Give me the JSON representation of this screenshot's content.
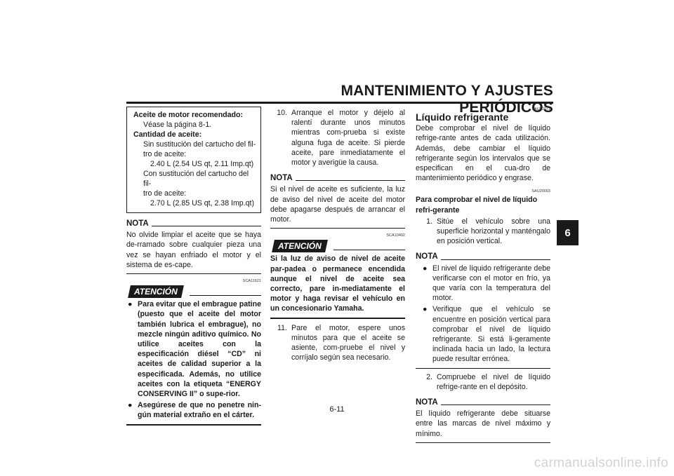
{
  "header": {
    "title": "MANTENIMIENTO Y AJUSTES PERIÓDICOS"
  },
  "side_tab": "6",
  "page_number": "6-11",
  "col1": {
    "box": {
      "l1": "Aceite de motor recomendado:",
      "l2": "Véase la página 8-1.",
      "l3": "Cantidad de aceite:",
      "l4": "Sin sustitución del cartucho del fil-",
      "l5": "tro de aceite:",
      "l6": "2.40 L (2.54 US qt, 2.11 Imp.qt)",
      "l7": "Con sustitución del cartucho del fil-",
      "l8": "tro de aceite:",
      "l9": "2.70 L (2.85 US qt, 2.38 Imp.qt)"
    },
    "nota_label": "NOTA",
    "nota_text": "No olvide limpiar el aceite que se haya de-rramado sobre cualquier pieza una vez se hayan enfriado el motor y el sistema de es-cape.",
    "att_code": "SCA11621",
    "att_label": "ATENCIÓN",
    "bullet1": "Para evitar que el embrague patine (puesto que el aceite del motor también lubrica el embrague), no mezcle ningún aditivo químico. No utilice aceites con la especificación diésel “CD” ni aceites de calidad superior a la especificada. Además, no utilice aceites con la etiqueta “ENERGY CONSERVING II” o supe-rior.",
    "bullet2": "Asegúrese de que no penetre nin-gún material extraño en el cárter."
  },
  "col2": {
    "step10_n": "10.",
    "step10": "Arranque el motor y déjelo al ralentí durante unos minutos mientras com-prueba si existe alguna fuga de aceite. Si pierde aceite, pare inmediatamente el motor y averigüe la causa.",
    "nota_label": "NOTA",
    "nota_text": "Si el nivel de aceite es suficiente, la luz de aviso del nivel de aceite del motor debe apagarse después de arrancar el motor.",
    "att_code": "SCA10402",
    "att_label": "ATENCIÓN",
    "att_text": "Si la luz de aviso de nivel de aceite par-padea o permanece encendida aunque el nivel de aceite sea correcto, pare in-mediatamente el motor y haga revisar el vehículo en un concesionario Yamaha.",
    "step11_n": "11.",
    "step11": "Pare el motor, espere unos minutos para que el aceite se asiente, com-pruebe el nivel y corríjalo según sea necesario."
  },
  "col3": {
    "code1": "SAU20071",
    "title": "Líquido refrigerante",
    "intro": "Debe comprobar el nivel de líquido refrige-rante antes de cada utilización. Además, debe cambiar el líquido refrigerante según los intervalos que se especifican en el cua-dro de mantenimiento periódico y engrase.",
    "code2": "SAU20093",
    "subtitle": "Para comprobar el nivel de líquido refri-gerante",
    "step1_n": "1.",
    "step1": "Sitúe el vehículo sobre una superficie horizontal y manténgalo en posición vertical.",
    "nota1_label": "NOTA",
    "nota1_b1": "El nivel de líquido refrigerante debe verificarse con el motor en frío, ya que varía con la temperatura del motor.",
    "nota1_b2": "Verifique que el vehículo se encuentre en posición vertical para comprobar el nivel de líquido refrigerante. Si está li-geramente inclinada hacia un lado, la lectura puede resultar errónea.",
    "step2_n": "2.",
    "step2": "Compruebe el nivel de líquido refrige-rante en el depósito.",
    "nota2_label": "NOTA",
    "nota2_text": "El líquido refrigerante debe situarse entre las marcas de nivel máximo y mínimo."
  },
  "watermark": "carmanualsonline.info"
}
